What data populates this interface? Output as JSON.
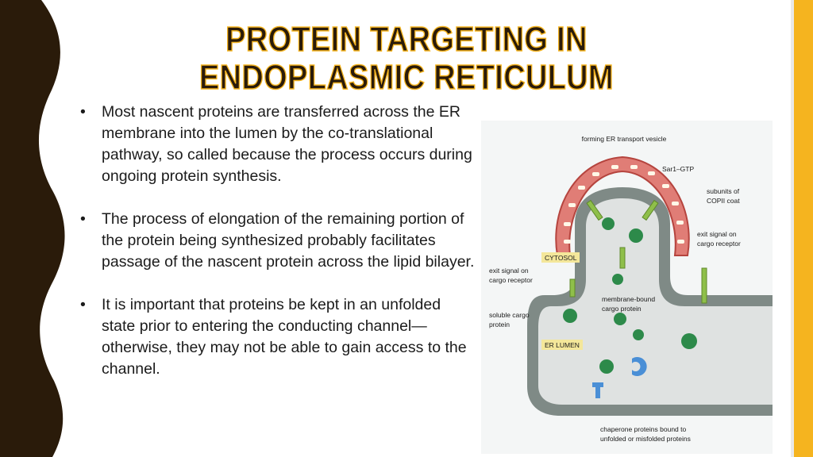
{
  "colors": {
    "dark_band": "#2a1b0a",
    "accent_band": "#f5b41f",
    "title_fill": "#2a1b0a",
    "title_outline": "#f5b41f",
    "text": "#1b1b1b",
    "er_membrane": "#7f8a86",
    "cytosol_label_bg": "#f4e79a"
  },
  "title": {
    "line1": "PROTEIN TARGETING IN",
    "line2": "ENDOPLASMIC RETICULUM"
  },
  "bullets": [
    "Most nascent proteins are transferred across the ER membrane into the lumen by the co-translational pathway, so called because the process occurs during ongoing protein synthesis.",
    "The process of elongation of the remaining portion of the protein being synthesized probably facilitates passage of the nascent protein across the lipid bilayer.",
    "It is important that proteins be kept in an unfolded state prior to entering the conducting channel—otherwise, they may not be able to gain access to the channel."
  ],
  "diagram": {
    "forming_vesicle": "forming ER transport vesicle",
    "sar1": "Sar1–GTP",
    "copii_1": "subunits of",
    "copii_2": "COPII coat",
    "exit_right_1": "exit signal on",
    "exit_right_2": "cargo receptor",
    "cytosol": "CYTOSOL",
    "exit_left_1": "exit signal on",
    "exit_left_2": "cargo receptor",
    "membrane_bound_1": "membrane-bound",
    "membrane_bound_2": "cargo protein",
    "soluble_1": "soluble cargo",
    "soluble_2": "protein",
    "er_lumen": "ER LUMEN",
    "chaperone_1": "chaperone proteins bound to",
    "chaperone_2": "unfolded or misfolded proteins"
  }
}
